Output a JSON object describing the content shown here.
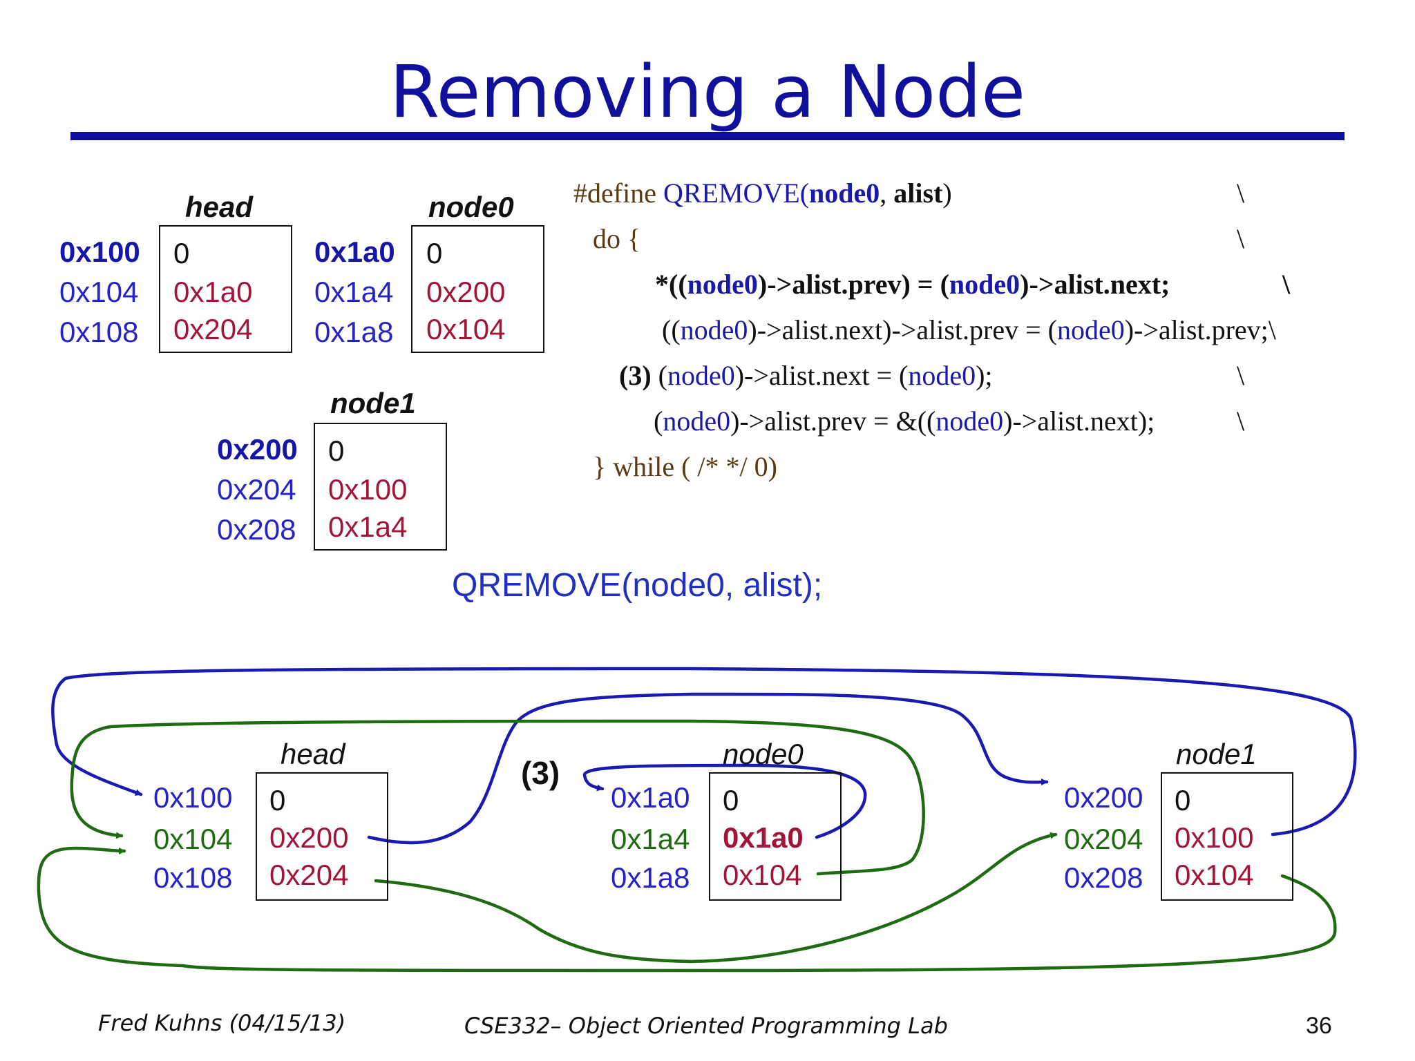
{
  "title": "Removing a Node",
  "top": {
    "head": {
      "label": "head",
      "addrs": [
        "0x100",
        "0x104",
        "0x108"
      ],
      "vals": [
        "0",
        "0x1a0",
        "0x204"
      ]
    },
    "node0": {
      "label": "node0",
      "addrs": [
        "0x1a0",
        "0x1a4",
        "0x1a8"
      ],
      "vals": [
        "0",
        "0x200",
        "0x104"
      ]
    },
    "node1": {
      "label": "node1",
      "addrs": [
        "0x200",
        "0x204",
        "0x208"
      ],
      "vals": [
        "0",
        "0x100",
        "0x1a4"
      ]
    }
  },
  "code": {
    "l1a": "#define ",
    "l1b": "QREMOVE(",
    "l1c": "node0",
    "l1d": ", ",
    "l1e": "alist",
    "l1f": ")",
    "l1g": "\\",
    "l2a": "do {",
    "l2b": "\\",
    "l3a": "*((",
    "l3b": "node0",
    "l3c": ")->alist.prev) = (",
    "l3d": "node0",
    "l3e": ")->alist.next;",
    "l3f": "\\",
    "l4a": "((",
    "l4b": "node0",
    "l4c": ")->alist.next)->alist.prev = (",
    "l4d": "node0",
    "l4e": ")->alist.prev;\\",
    "l5a": "(3)",
    "l5b": " (",
    "l5c": "node0",
    "l5d": ")->alist.next = (",
    "l5e": "node0",
    "l5f": ");",
    "l5g": "\\",
    "l6a": "(",
    "l6b": "node0",
    "l6c": ")->alist.prev = &((",
    "l6d": "node0",
    "l6e": ")->alist.next);",
    "l6f": "\\",
    "l7a": "} while ( /* */ 0)"
  },
  "call": "QREMOVE(node0, alist);",
  "bottom": {
    "step": "(3)",
    "head": {
      "label": "head",
      "addrs": [
        "0x100",
        "0x104",
        "0x108"
      ],
      "vals": [
        "0",
        "0x200",
        "0x204"
      ]
    },
    "node0": {
      "label": "node0",
      "addrs": [
        "0x1a0",
        "0x1a4",
        "0x1a8"
      ],
      "vals": [
        "0",
        "0x1a0",
        "0x104"
      ]
    },
    "node1": {
      "label": "node1",
      "addrs": [
        "0x200",
        "0x204",
        "0x208"
      ],
      "vals": [
        "0",
        "0x100",
        "0x104"
      ]
    }
  },
  "colors": {
    "title": "#10109a",
    "next_arrow": "#1a1ab0",
    "prev_arrow": "#1e6b12",
    "value": "#a01538"
  },
  "footer": {
    "author": "Fred Kuhns (04/15/13)",
    "course": "CSE332– Object Oriented Programming Lab",
    "page": "36"
  }
}
